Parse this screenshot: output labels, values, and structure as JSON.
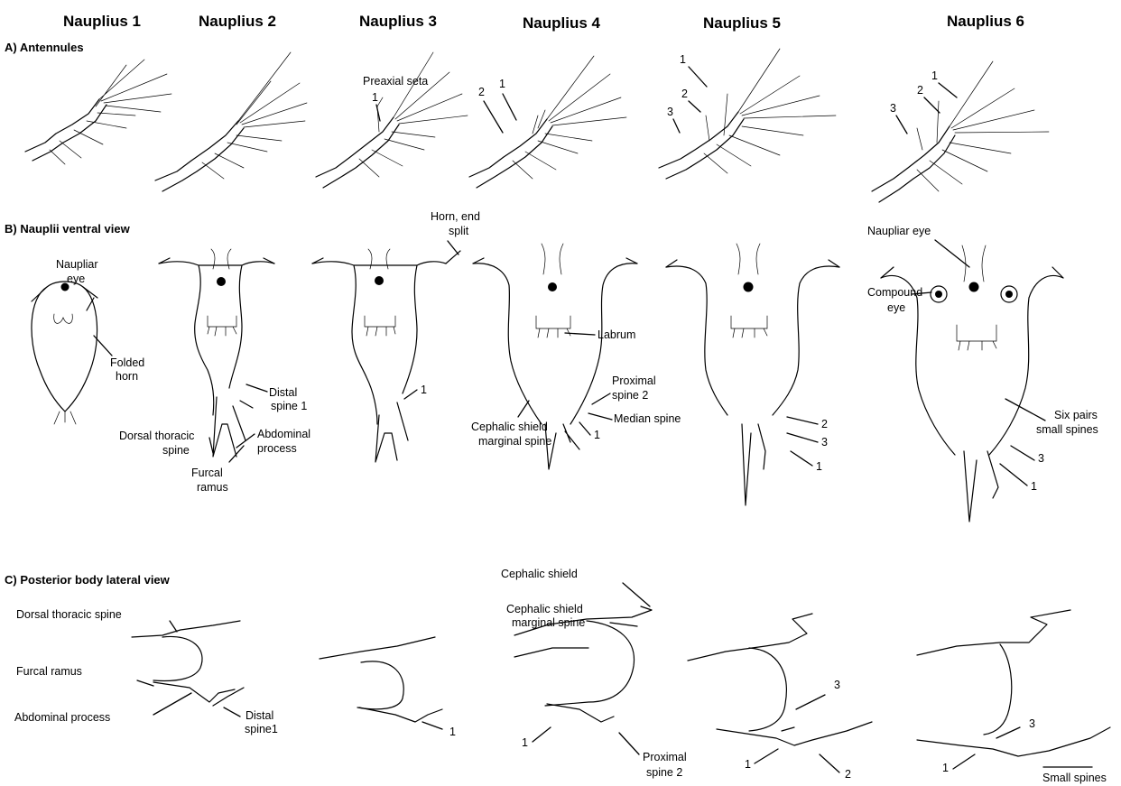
{
  "stages": [
    "Nauplius 1",
    "Nauplius 2",
    "Nauplius 3",
    "Nauplius 4",
    "Nauplius 5",
    "Nauplius 6"
  ],
  "sections": {
    "a": "A) Antennules",
    "b": "B) Nauplii ventral view",
    "c": "C) Posterior body lateral view"
  },
  "labels": {
    "preaxial_seta": "Preaxial seta",
    "horn_end_split": [
      "Horn, end",
      "split"
    ],
    "naupliar_eye": [
      "Naupliar",
      "eye"
    ],
    "naupliar_eye_n6": "Naupliar eye",
    "folded_horn": [
      "Folded",
      "horn"
    ],
    "distal_spine_1": [
      "Distal",
      "spine 1"
    ],
    "dorsal_thoracic_spine_b": [
      "Dorsal thoracic",
      "spine"
    ],
    "abdominal_process_b": [
      "Abdominal",
      "process"
    ],
    "furcal_ramus_b": [
      "Furcal",
      "ramus"
    ],
    "labrum": "Labrum",
    "proximal_spine_2": [
      "Proximal",
      "spine 2"
    ],
    "median_spine": "Median spine",
    "cephalic_shield_marginal_spine_b": [
      "Cephalic shield",
      "marginal spine"
    ],
    "compound_eye": [
      "Compound",
      "eye"
    ],
    "six_pairs_small_spines": [
      "Six pairs",
      "small spines"
    ],
    "cephalic_shield": "Cephalic shield",
    "cephalic_shield_marginal_spine_c": [
      "Cephalic shield",
      "marginal spine"
    ],
    "dorsal_thoracic_spine_c": "Dorsal thoracic spine",
    "furcal_ramus_c": "Furcal ramus",
    "abdominal_process_c": "Abdominal process",
    "distal_spine1_c": [
      "Distal",
      "spine1"
    ],
    "proximal_spine_2_c": [
      "Proximal",
      "spine 2"
    ],
    "small_spines": "Small spines",
    "n1": "1",
    "n2": "2",
    "n3": "3"
  }
}
